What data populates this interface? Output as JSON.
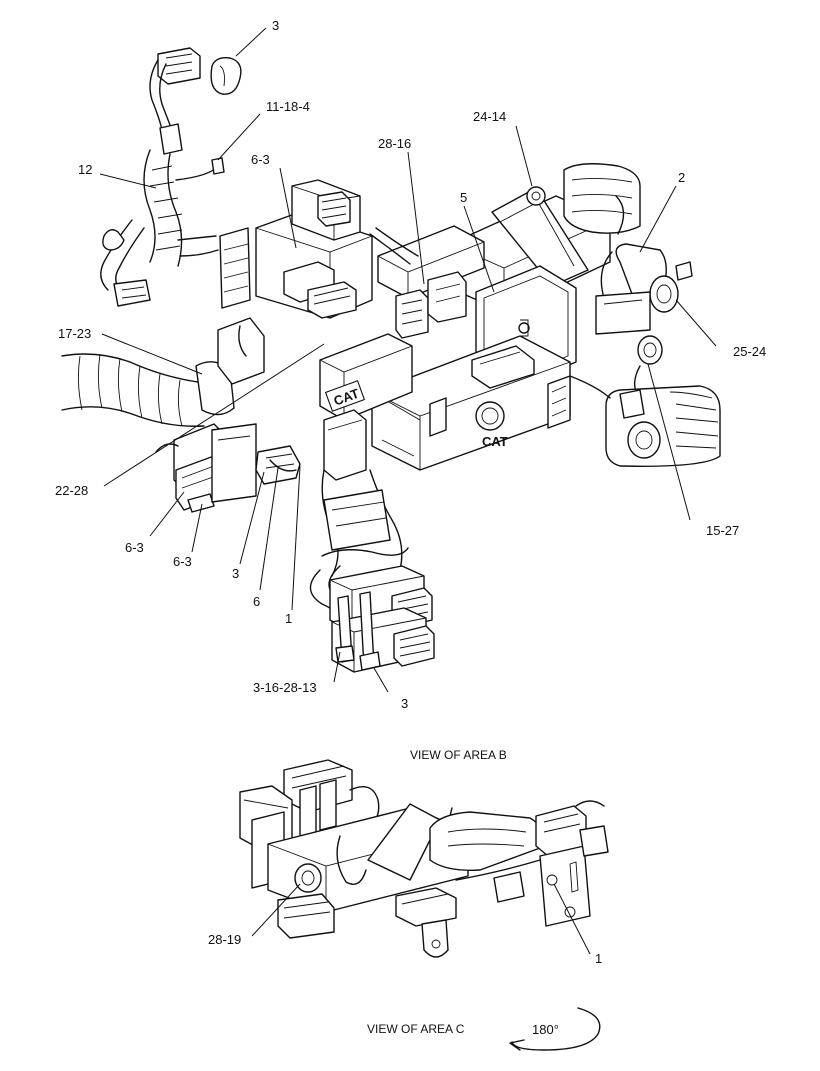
{
  "main_view": {
    "callouts": [
      "3",
      "11-18-4",
      "12",
      "6-3",
      "28-16",
      "24-14",
      "5",
      "2",
      "17-23",
      "25-24",
      "22-28",
      "15-27",
      "6-3",
      "6-3",
      "3",
      "6",
      "1",
      "3-16-28-13",
      "3"
    ],
    "logos": [
      "CAT",
      "CAT"
    ],
    "caption": "VIEW OF AREA  B"
  },
  "detail_view": {
    "callouts": [
      "28-19",
      "1"
    ],
    "caption": "VIEW OF AREA  C",
    "rotation_label": "180°"
  }
}
